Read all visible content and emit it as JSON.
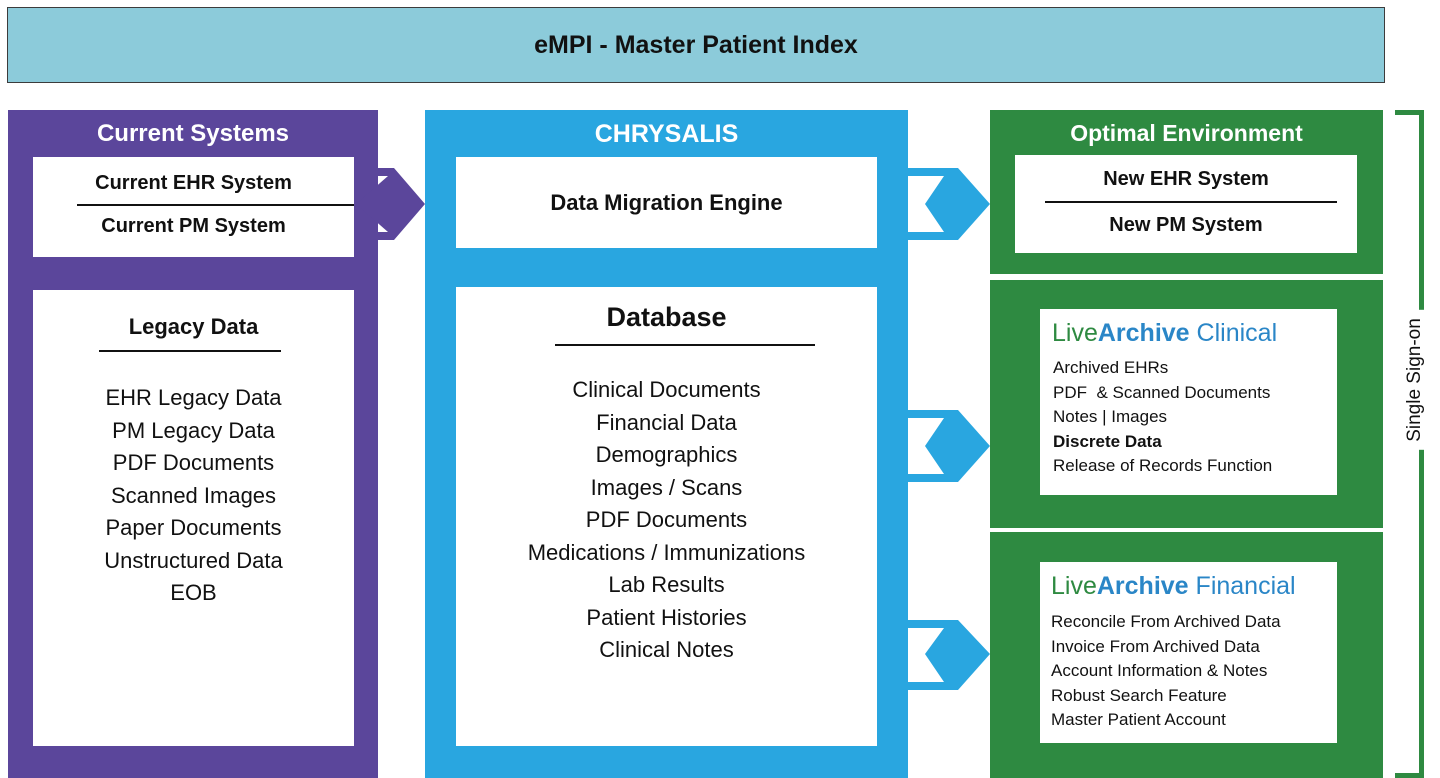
{
  "header": {
    "title": "eMPI - Master Patient Index"
  },
  "current": {
    "title": "Current Systems",
    "systems": [
      "Current EHR System",
      "Current PM System"
    ],
    "legacy_title": "Legacy Data",
    "legacy_items": [
      "EHR Legacy Data",
      "PM Legacy Data",
      "PDF Documents",
      "Scanned Images",
      "Paper Documents",
      "Unstructured Data",
      "EOB"
    ]
  },
  "chrysalis": {
    "title": "CHRYSALIS",
    "engine": "Data Migration Engine",
    "db_title": "Database",
    "db_items": [
      "Clinical Documents",
      "Financial Data",
      "Demographics",
      "Images / Scans",
      "PDF Documents",
      "Medications / Immunizations",
      "Lab Results",
      "Patient Histories",
      "Clinical Notes"
    ]
  },
  "optimal": {
    "title": "Optimal Environment",
    "systems": [
      "New EHR System",
      "New PM System"
    ]
  },
  "clinical": {
    "brand_live": "Live",
    "brand_archive": "Archive",
    "brand_suffix": "Clinical",
    "items": [
      "Archived EHRs",
      "PDF  & Scanned Documents",
      "Notes | Images",
      "Discrete Data",
      "Release of Records Function"
    ]
  },
  "financial": {
    "brand_live": "Live",
    "brand_archive": "Archive",
    "brand_suffix": "Financial",
    "items": [
      "Reconcile From Archived Data",
      "Invoice From Archived Data",
      "Account Information & Notes",
      "Robust Search Feature",
      "Master Patient Account"
    ]
  },
  "sso": {
    "label": "Single Sign-on"
  },
  "colors": {
    "purple": "#5b469b",
    "blue": "#29a6e0",
    "green": "#2e8a41",
    "header": "#8ccbda"
  }
}
